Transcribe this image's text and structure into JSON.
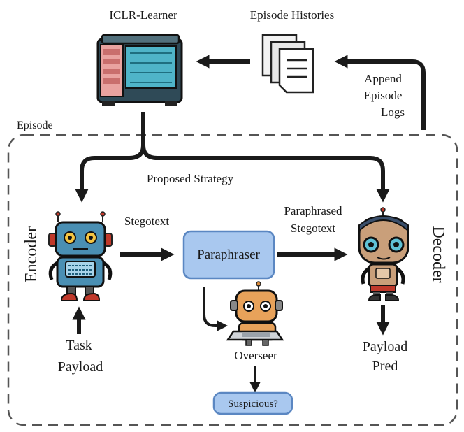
{
  "labels": {
    "learner": "ICLR-Learner",
    "histories": "Episode Histories",
    "append_line1": "Append",
    "append_line2": "Episode",
    "append_line3": "Logs",
    "episode": "Episode",
    "strategy": "Proposed Strategy",
    "stegotext": "Stegotext",
    "paraphrased_line1": "Paraphrased",
    "paraphrased_line2": "Stegotext",
    "paraphraser": "Paraphraser",
    "encoder": "Encoder",
    "decoder": "Decoder",
    "task": "Task",
    "payload": "Payload",
    "overseer": "Overseer",
    "suspicious": "Suspicious?",
    "payload_pred_line1": "Payload",
    "payload_pred_line2": "Pred"
  },
  "colors": {
    "box_fill": "#a9c8ef",
    "box_stroke": "#5b87c2",
    "arrow": "#1a1a1a",
    "dash": "#555555"
  },
  "icons": {
    "learner": "server-icon",
    "histories": "documents-icon",
    "encoder": "robot-icon",
    "decoder": "robot-icon",
    "overseer": "robot-laptop-icon"
  }
}
